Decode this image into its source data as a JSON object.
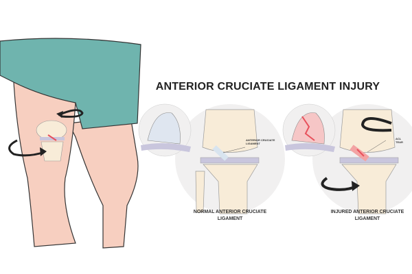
{
  "title": "ANTERIOR CRUCIATE LIGAMENT INJURY",
  "normal": {
    "caption_line1": "NORMAL ANTERIOR CRUCIATE",
    "caption_line2": "LIGAMENT",
    "label_line1": "ANTERIOR CRUCIATE",
    "label_line2": "LIGAMENT"
  },
  "injured": {
    "caption_line1": "INJURED ANTERIOR CRUCIATE",
    "caption_line2": "LIGAMENT",
    "label_line1": "ACL",
    "label_line2": "TEAR"
  },
  "colors": {
    "shorts": "#6fb4ae",
    "skin": "#f7cfc0",
    "bone": "#f8ecd8",
    "ligament_torn": "#e8505b",
    "meniscus": "#c9c6dd",
    "circle_bg": "#f1f0f0"
  }
}
